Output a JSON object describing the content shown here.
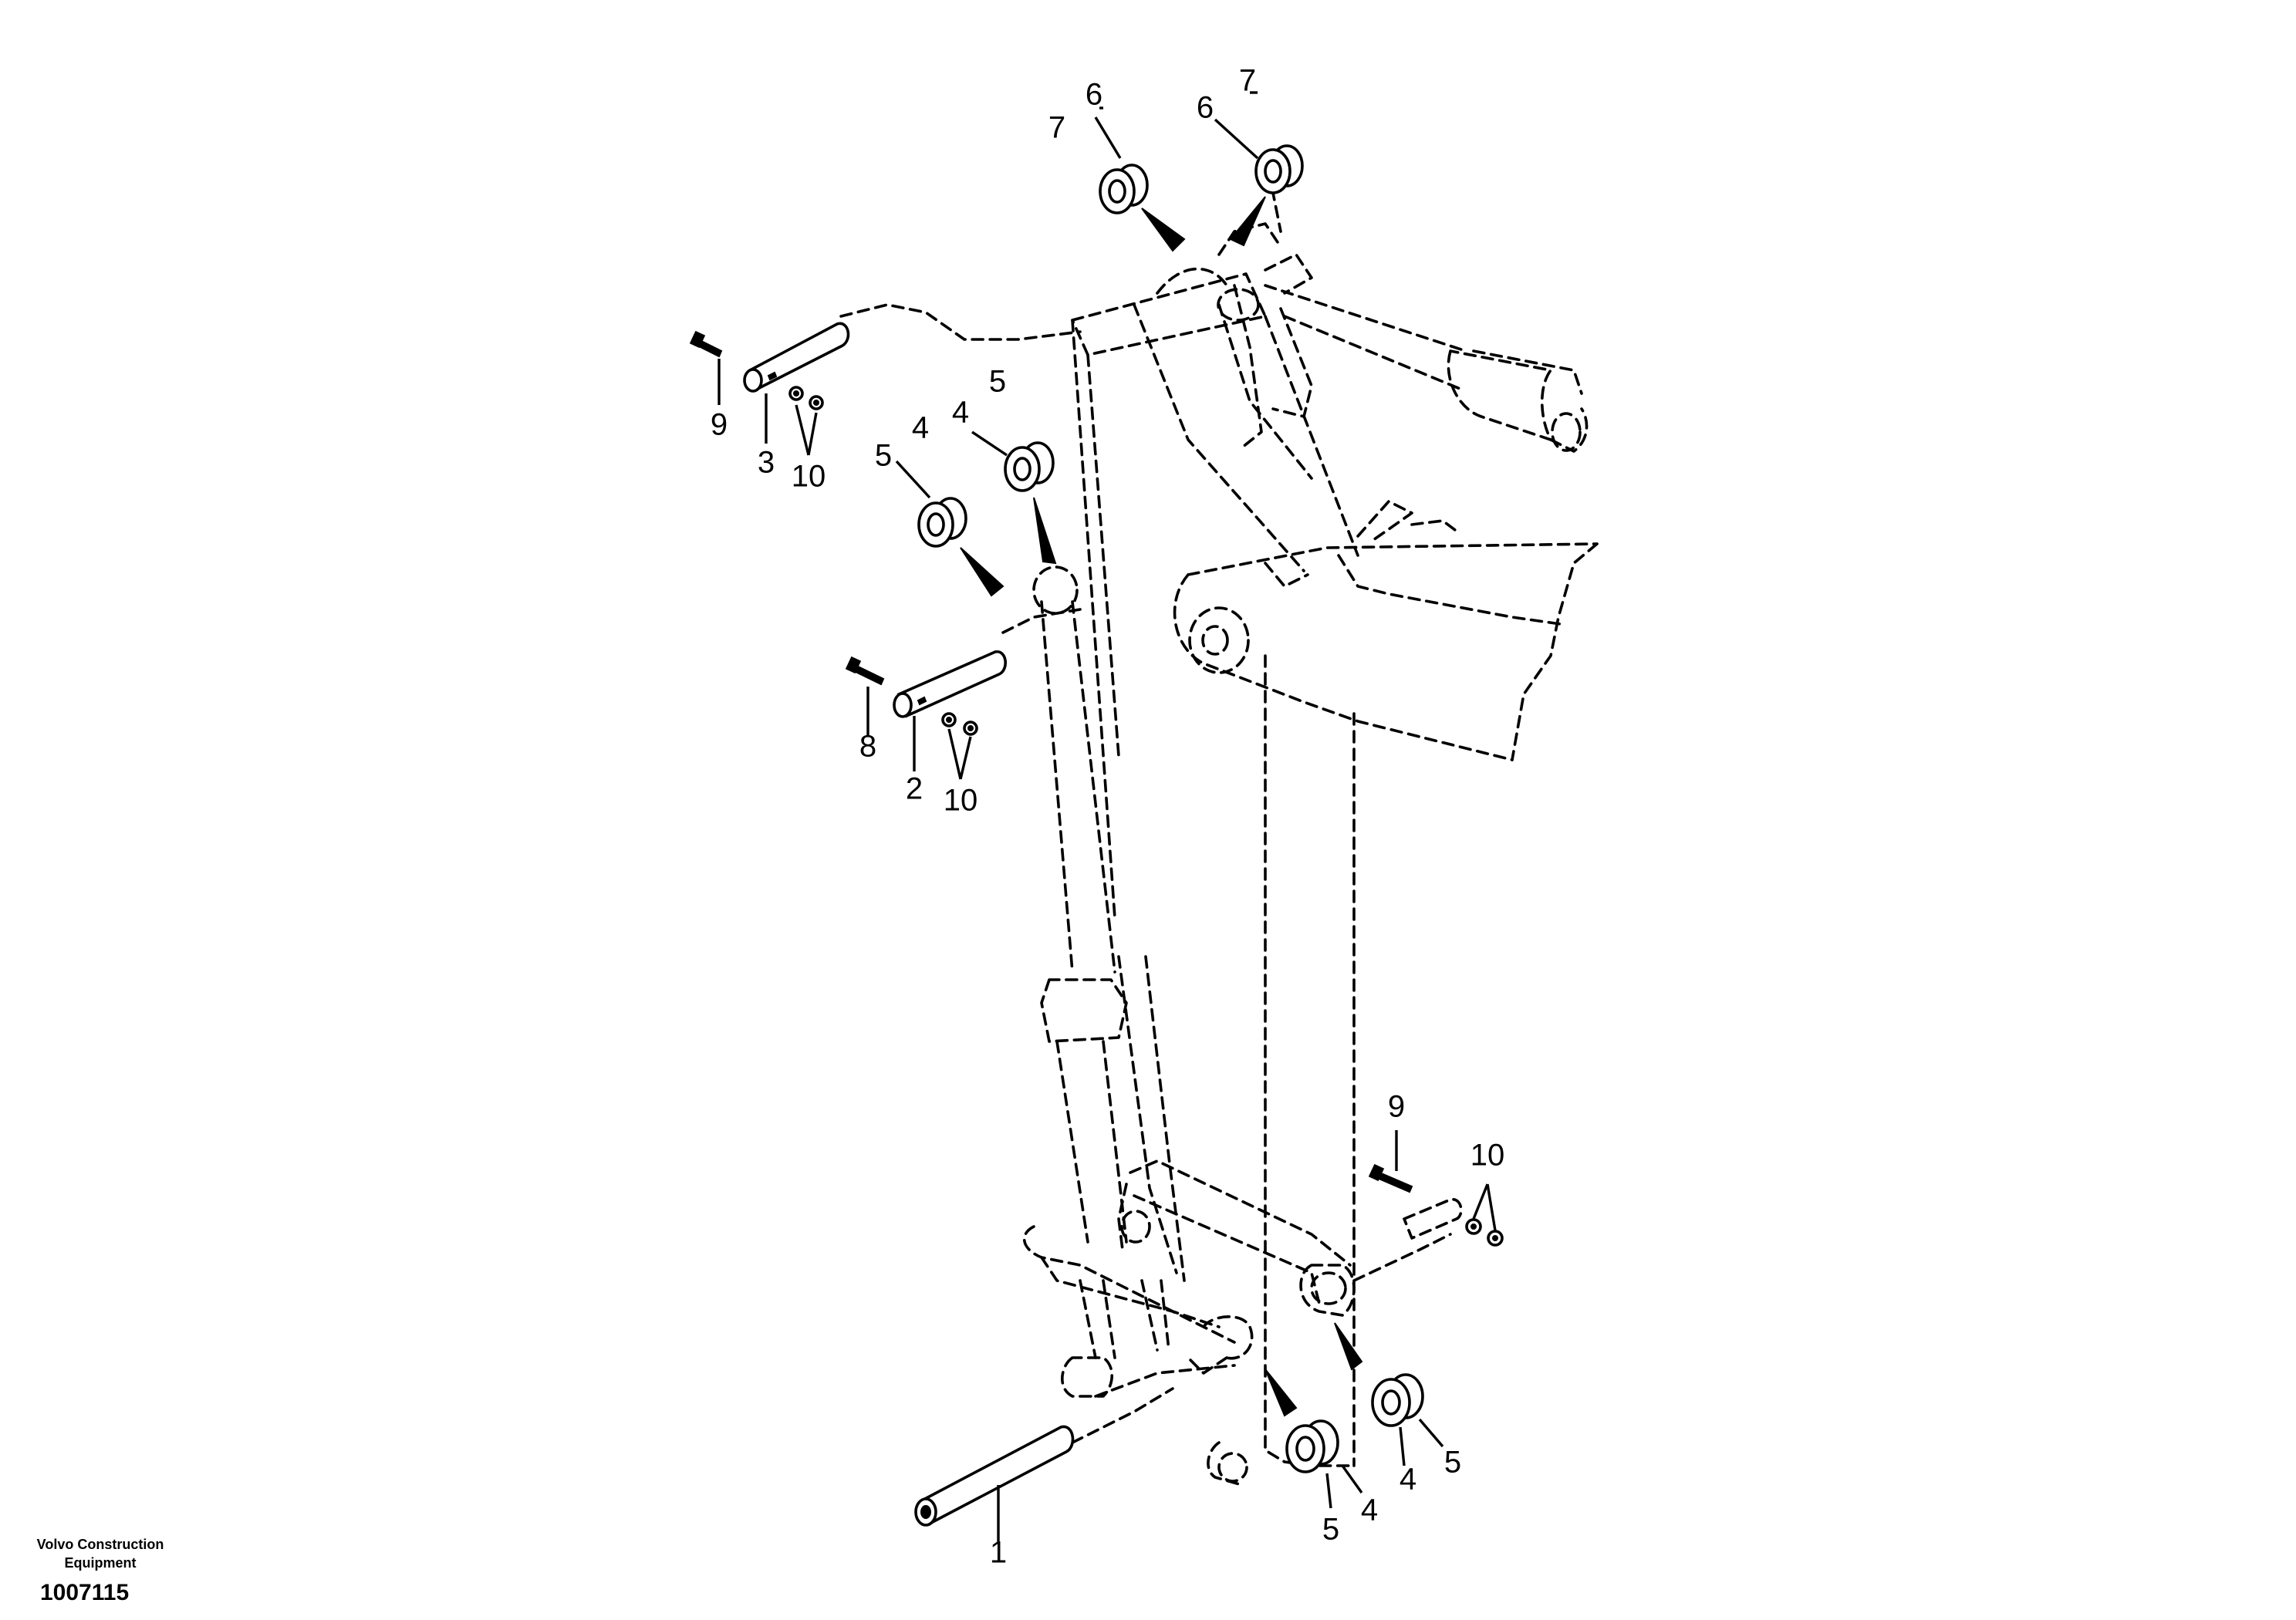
{
  "publisher": {
    "line1": "Volvo Construction",
    "line2": "Equipment"
  },
  "figure_number": "1007115",
  "callouts": [
    {
      "id": "c-6a",
      "label": "6"
    },
    {
      "id": "c-7a",
      "label": "7"
    },
    {
      "id": "c-6b",
      "label": "6"
    },
    {
      "id": "c-7b",
      "label": "7"
    },
    {
      "id": "c-9a",
      "label": "9"
    },
    {
      "id": "c-3",
      "label": "3"
    },
    {
      "id": "c-10a",
      "label": "10"
    },
    {
      "id": "c-5a",
      "label": "5"
    },
    {
      "id": "c-4a",
      "label": "4"
    },
    {
      "id": "c-4b",
      "label": "4"
    },
    {
      "id": "c-5b",
      "label": "5"
    },
    {
      "id": "c-8",
      "label": "8"
    },
    {
      "id": "c-2",
      "label": "2"
    },
    {
      "id": "c-10b",
      "label": "10"
    },
    {
      "id": "c-9b",
      "label": "9"
    },
    {
      "id": "c-10c",
      "label": "10"
    },
    {
      "id": "c-1",
      "label": "1"
    },
    {
      "id": "c-5c",
      "label": "5"
    },
    {
      "id": "c-4c",
      "label": "4"
    },
    {
      "id": "c-4d",
      "label": "4"
    },
    {
      "id": "c-5d",
      "label": "5"
    }
  ]
}
